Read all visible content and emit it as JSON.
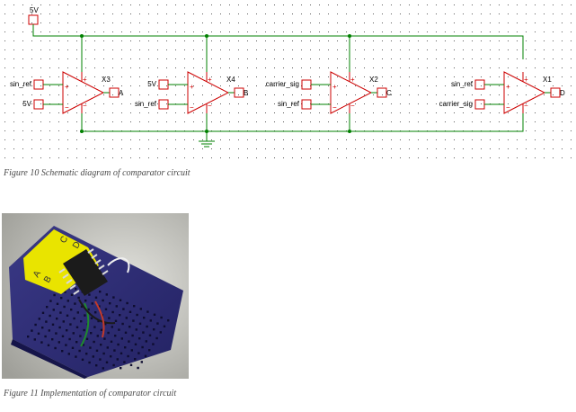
{
  "schematic": {
    "supply_label": "5V",
    "comparators": [
      {
        "name": "X3",
        "in_plus": "sin_ref",
        "in_minus": "5V",
        "output": "A"
      },
      {
        "name": "X4",
        "in_plus": "5V",
        "in_minus": "sin_ref",
        "output": "B"
      },
      {
        "name": "X2",
        "in_plus": "carrier_sig",
        "in_minus": "sin_ref",
        "output": "C"
      },
      {
        "name": "X1",
        "in_plus": "sin_ref",
        "in_minus": "carrier_sig",
        "output": "D"
      }
    ],
    "plus_sign": "+",
    "minus_sign": "−",
    "colors": {
      "wire": "#008000",
      "component": "#cc0000",
      "grid_dot": "#5a5a5a"
    }
  },
  "captions": {
    "figure10": "Figure 10 Schematic diagram of comparator circuit",
    "figure11": "Figure 11 Implementation of comparator circuit"
  },
  "photo": {
    "chip_labels": [
      "A",
      "B",
      "C",
      "D"
    ],
    "colors": {
      "breadboard": "#2e2d74",
      "label_paper": "#e9e400",
      "background": "#c9c9c4"
    }
  }
}
